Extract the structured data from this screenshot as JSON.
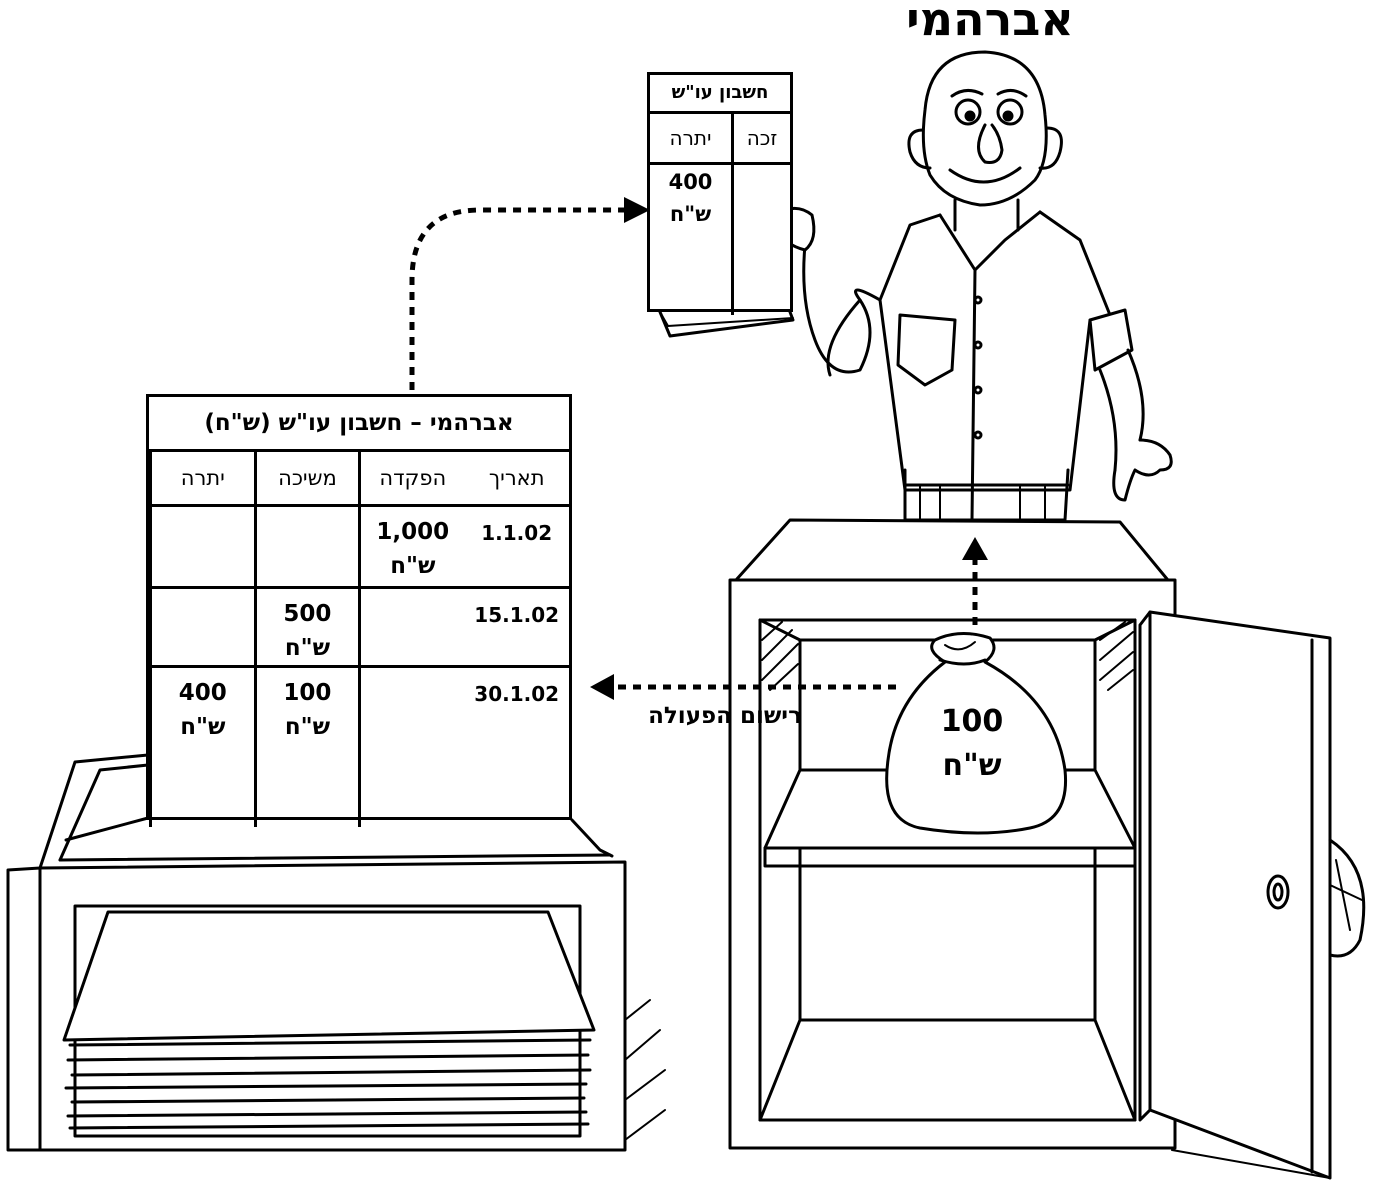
{
  "customer_name": "אברהמי",
  "receipt": {
    "title": "חשבון עו\"ש",
    "col_credit": "זכה",
    "col_balance": "יתרה",
    "balance_amount": "400",
    "balance_unit": "ש\"ח"
  },
  "ledger": {
    "title": "אברהמי – חשבון עו\"ש (ש\"ח)",
    "headers": {
      "date": "תאריך",
      "deposit": "הפקדה",
      "withdrawal": "משיכה",
      "balance": "יתרה"
    },
    "rows": [
      {
        "date": "1.1.02",
        "deposit": "1,000",
        "deposit_unit": "ש\"ח",
        "withdrawal": "",
        "withdrawal_unit": "",
        "balance": "",
        "balance_unit": ""
      },
      {
        "date": "15.1.02",
        "deposit": "",
        "deposit_unit": "",
        "withdrawal": "500",
        "withdrawal_unit": "ש\"ח",
        "balance": "",
        "balance_unit": ""
      },
      {
        "date": "30.1.02",
        "deposit": "",
        "deposit_unit": "",
        "withdrawal": "100",
        "withdrawal_unit": "ש\"ח",
        "balance": "400",
        "balance_unit": "ש\"ח"
      }
    ]
  },
  "action_label": "רישום הפעולה",
  "money_bag": {
    "amount": "100",
    "unit": "ש\"ח"
  },
  "icons": [
    "customer-figure-icon",
    "money-bag-icon",
    "safe-icon",
    "printer-icon",
    "dotted-arrow-icon"
  ]
}
